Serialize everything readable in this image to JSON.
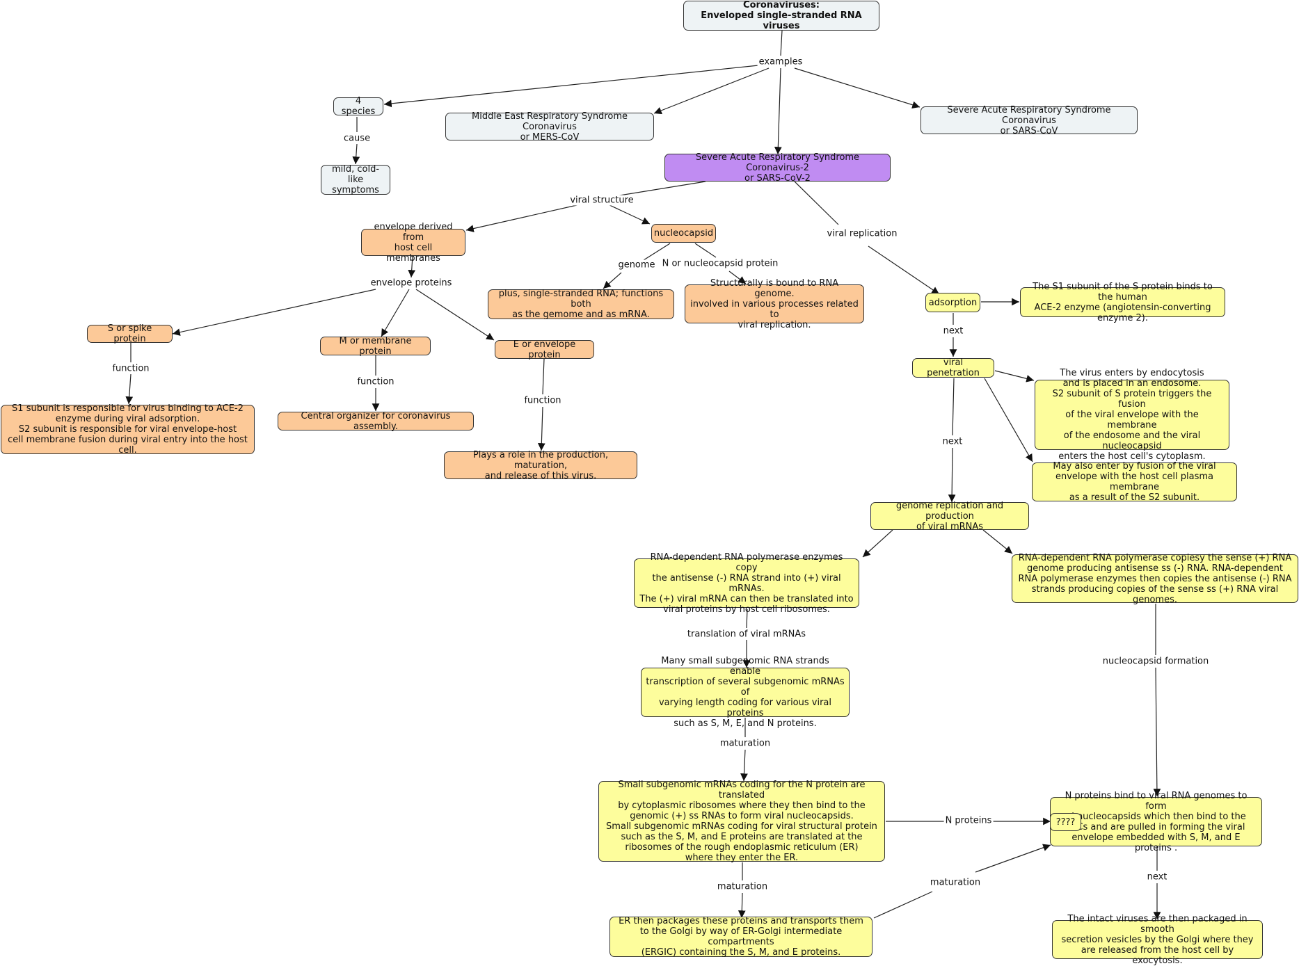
{
  "nodes": {
    "root": "Coronaviruses:\nEnveloped single-stranded RNA viruses",
    "species": "4 species",
    "mers": "Middle East Respiratory Syndrome Coronavirus\nor MERS-CoV",
    "sars": "Severe Acute Respiratory Syndrome Coronavirus\nor SARS-CoV",
    "mild": "mild, cold-like\nsymptoms",
    "sars2": "Severe Acute Respiratory Syndrome Coronavirus-2\nor SARS-CoV-2",
    "envelope": "envelope derived from\nhost cell membranes",
    "nucleocapsid": "nucleocapsid",
    "rna": "plus, single-stranded RNA; functions both\nas the gemome and as mRNA.",
    "nprot": "Structurally is bound to RNA genome.\ninvolved in various processes related to\nviral replication.",
    "spike": "S or spike protein",
    "mprot": "M or membrane protein",
    "eprot": "E or envelope protein",
    "s1": "S1 subunit is responsible for virus binding to ACE-2\nenzyme during viral adsorption.\nS2 subunit is responsible for viral envelope-host\ncell membrane fusion during viral entry into the host cell.",
    "central": "Central organizer for coronavirus assembly.",
    "plays": "Plays a role in the production, maturation,\nand release of this virus.",
    "adsorption": "adsorption",
    "s1binds": "The S1 subunit of the S protein binds to the human\nACE-2 enzyme (angiotensin-converting enzyme 2).",
    "penetration": "viral penetration",
    "endocytosis": "The virus enters by endocytosis\nand is placed in an endosome.\nS2 subunit of S protein triggers the fusion\nof the viral envelope with the membrane\nof the endosome and the viral nucleocapsid\nenters the host cell's cytoplasm.",
    "fusion": "May also enter by fusion of the viral\nenvelope with the host cell plasma membrane\nas a result of the S2 subunit.",
    "genome": "genome replication and production\nof viral mRNAs",
    "rdrp1": "RNA-dependent RNA polymerase enzymes copy\nthe antisense (-) RNA strand into (+) viral mRNAs.\nThe (+) viral mRNA can then be translated into\nviral proteins by host cell ribosomes.",
    "rdrp2": "RNA-dependent RNA polymerase copiesy the sense (+) RNA\ngenome producing antisense ss (-) RNA. RNA-dependent\nRNA polymerase enzymes then copies the antisense (-) RNA\nstrands producing copies of the sense ss (+) RNA viral genomes.",
    "subgenomic": "Many small subgenomic RNA strands enable\ntranscription of several subgenomic mRNAs of\nvarying length coding for various viral proteins\nsuch as S, M, E, and N proteins.",
    "translated": "Small subgenomic mRNAs coding for the N protein are translated\nby cytoplasmic ribosomes where they then bind to the\ngenomic (+) ss RNAs to form viral nucleocapsids.\nSmall subgenomic mRNAs coding for viral structural protein\nsuch as the S, M, and E proteins are translated at the\nribosomes of the rough endoplasmic reticulum (ER)\nwhere they enter the ER.",
    "nbind": "N proteins bind to viral RNA genomes to form\n    al nucleocapsids which then bind to the\n        GICs and are pulled in forming the viral\nenvelope embedded with S, M, and E proteins .",
    "er": "ER then packages these proteins and transports them\nto the Golgi by way of ER-Golgi intermediate compartments\n(ERGIC) containing the S, M, and E proteins.",
    "intact": "The intact viruses are then packaged in smooth\nsecretion vesicles by the Golgi where they\nare released from the host cell by exocytosis.",
    "unknown": "????"
  },
  "labels": {
    "examples": "examples",
    "cause": "cause",
    "viral_structure": "viral structure",
    "viral_replication": "viral replication",
    "genome_lbl": "genome",
    "n_lbl": "N or nucleocapsid protein",
    "envelope_proteins": "envelope proteins",
    "function_s": "function",
    "function_m": "function",
    "function_e": "function",
    "next1": "next",
    "next2": "next",
    "translation": "translation of viral mRNAs",
    "nucleocapsid_formation": "nucleocapsid formation",
    "maturation1": "maturation",
    "maturation2": "maturation",
    "maturation3": "maturation",
    "n_proteins": "N proteins",
    "next3": "next"
  },
  "colors": {
    "gray": "#eef3f5",
    "purple": "#c08cf2",
    "orange": "#fcc998",
    "yellow": "#fdfd9c"
  }
}
